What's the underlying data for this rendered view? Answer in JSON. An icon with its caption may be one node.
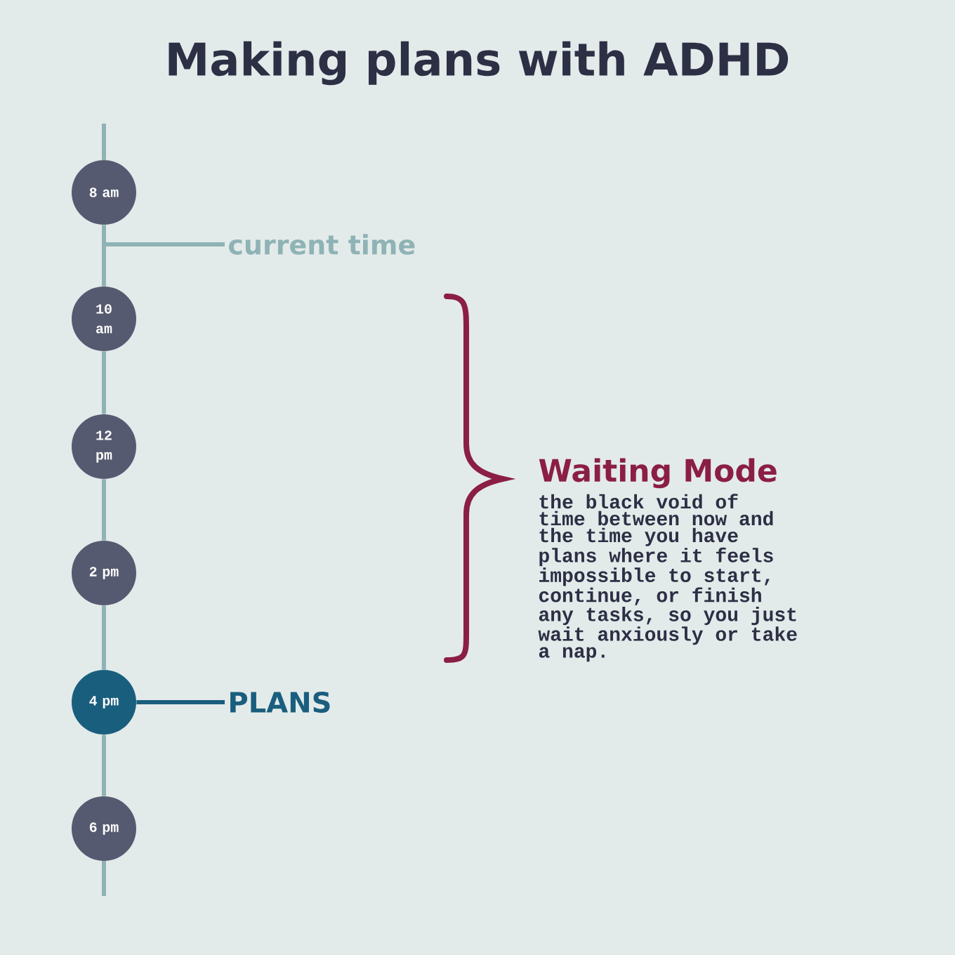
{
  "diagram": {
    "title": "Making plans with ADHD",
    "nodes": [
      {
        "text": [
          "8 am"
        ]
      },
      {
        "text": [
          "current time"
        ]
      },
      {
        "text": [
          "10 am"
        ]
      },
      {
        "text": [
          "12 pm"
        ]
      },
      {
        "text": [
          "Waiting Mode",
          "the black void of time between now and the time you have plans where it feels impossible to start, continue, or finish any tasks, so you just wait anxiously or take a nap."
        ]
      },
      {
        "text": [
          "2 pm"
        ]
      },
      {
        "text": [
          "4 pm"
        ]
      },
      {
        "text": [
          "PLANS"
        ]
      },
      {
        "text": [
          "6 pm"
        ]
      }
    ],
    "edges": [
      {
        "from": 0,
        "to": 2,
        "arrow": "none"
      },
      {
        "from": 2,
        "to": 3,
        "arrow": "none"
      },
      {
        "from": 3,
        "to": 5,
        "arrow": "none"
      },
      {
        "from": 5,
        "to": 6,
        "arrow": "none"
      },
      {
        "from": 6,
        "to": 8,
        "arrow": "none"
      },
      {
        "from": null,
        "to": 1,
        "arrow": "none"
      },
      {
        "from": 6,
        "to": 7,
        "arrow": "none",
        "color": "#1a5e7e"
      }
    ]
  }
}
